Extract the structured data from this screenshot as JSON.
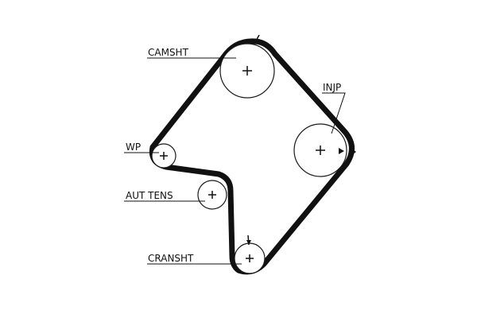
{
  "labels": {
    "camshaft": "CAMSHT",
    "injection_pump": "INJP",
    "water_pump": "WP",
    "auto_tensioner": "AUT TENS",
    "crankshaft": "CRANSHT"
  },
  "colors": {
    "belt": "#111111",
    "pulley_stroke": "#1a1a1a",
    "background": "#ffffff"
  },
  "icons": {
    "center_mark": "plus-icon",
    "timing_mark": "triangle-marker-icon"
  }
}
